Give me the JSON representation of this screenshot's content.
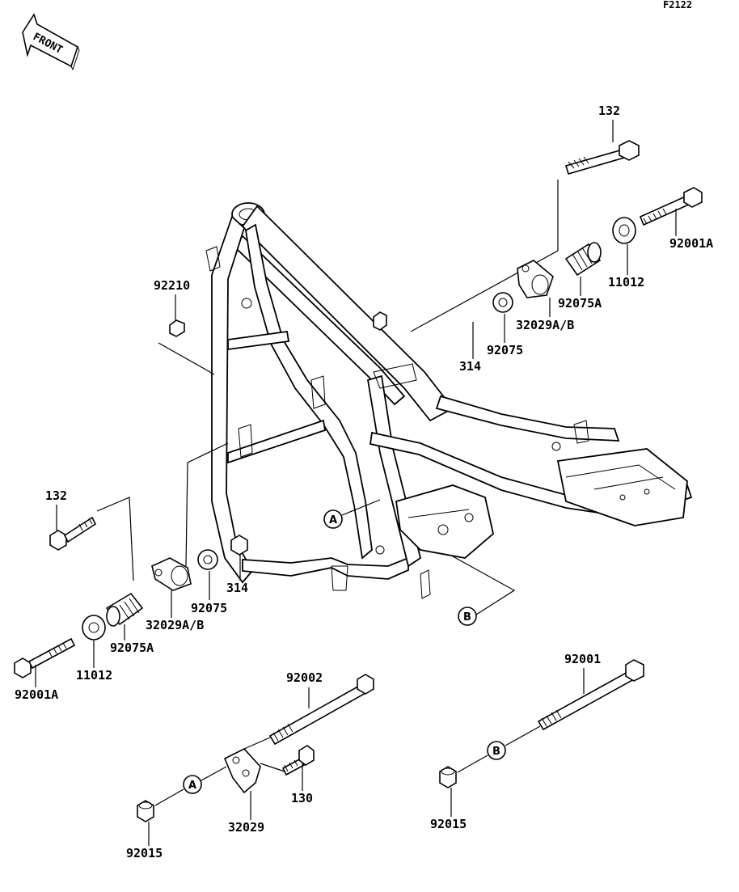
{
  "diagram": {
    "figure_code": "F2122",
    "front_label": "FRONT",
    "ref_a": "A",
    "ref_b": "B",
    "labels": {
      "p132_top": "132",
      "p92001a_top": "92001A",
      "p11012_top": "11012",
      "p92075a_top": "92075A",
      "p32029ab_top": "32029A/B",
      "p92075_top": "92075",
      "p314_top": "314",
      "p92210": "92210",
      "p132_left": "132",
      "p314_left": "314",
      "p92075_left": "92075",
      "p32029ab_left": "32029A/B",
      "p92075a_left": "92075A",
      "p11012_left": "11012",
      "p92001a_left": "92001A",
      "p92002": "92002",
      "p130": "130",
      "p32029": "32029",
      "p92015_left": "92015",
      "p92001": "92001",
      "p92015_right": "92015"
    }
  }
}
